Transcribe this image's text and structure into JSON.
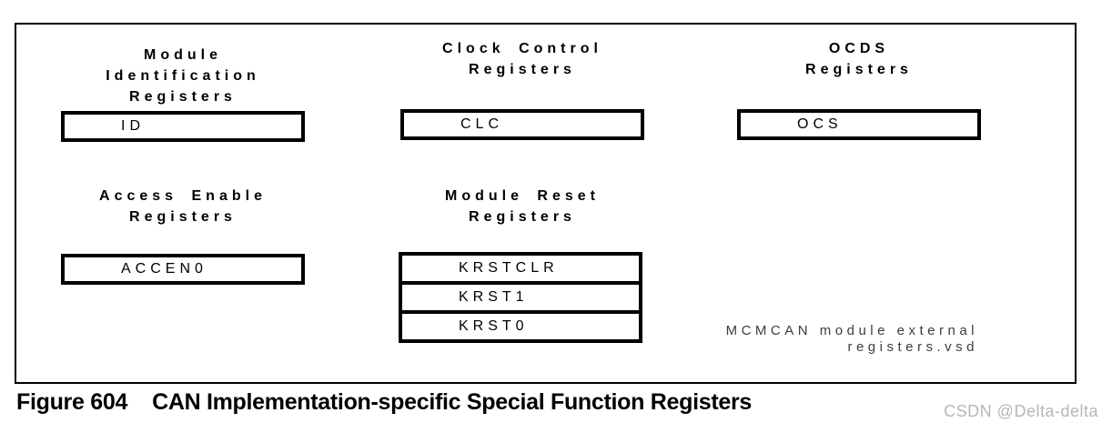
{
  "diagram": {
    "groups": [
      {
        "name": "module-identification-registers",
        "heading_lines": [
          "Module",
          "Identification",
          "Registers"
        ],
        "registers": [
          "ID"
        ]
      },
      {
        "name": "clock-control-registers",
        "heading_lines": [
          "Clock Control",
          "Registers"
        ],
        "registers": [
          "CLC"
        ]
      },
      {
        "name": "ocds-registers",
        "heading_lines": [
          "OCDS",
          "Registers"
        ],
        "registers": [
          "OCS"
        ]
      },
      {
        "name": "access-enable-registers",
        "heading_lines": [
          "Access Enable",
          "Registers"
        ],
        "registers": [
          "ACCEN0"
        ]
      },
      {
        "name": "module-reset-registers",
        "heading_lines": [
          "Module Reset",
          "Registers"
        ],
        "registers": [
          "KRSTCLR",
          "KRST1",
          "KRST0"
        ]
      }
    ],
    "source_note_lines": [
      "MCMCAN module external",
      "registers.vsd"
    ]
  },
  "caption": {
    "label": "Figure 604",
    "title": "CAN Implementation-specific Special Function Registers"
  },
  "watermark": "CSDN @Delta-delta",
  "colors": {
    "background": "#ffffff",
    "border": "#000000",
    "text": "#000000",
    "note_text": "#3d3d3d",
    "watermark": "#b4b7bb"
  }
}
